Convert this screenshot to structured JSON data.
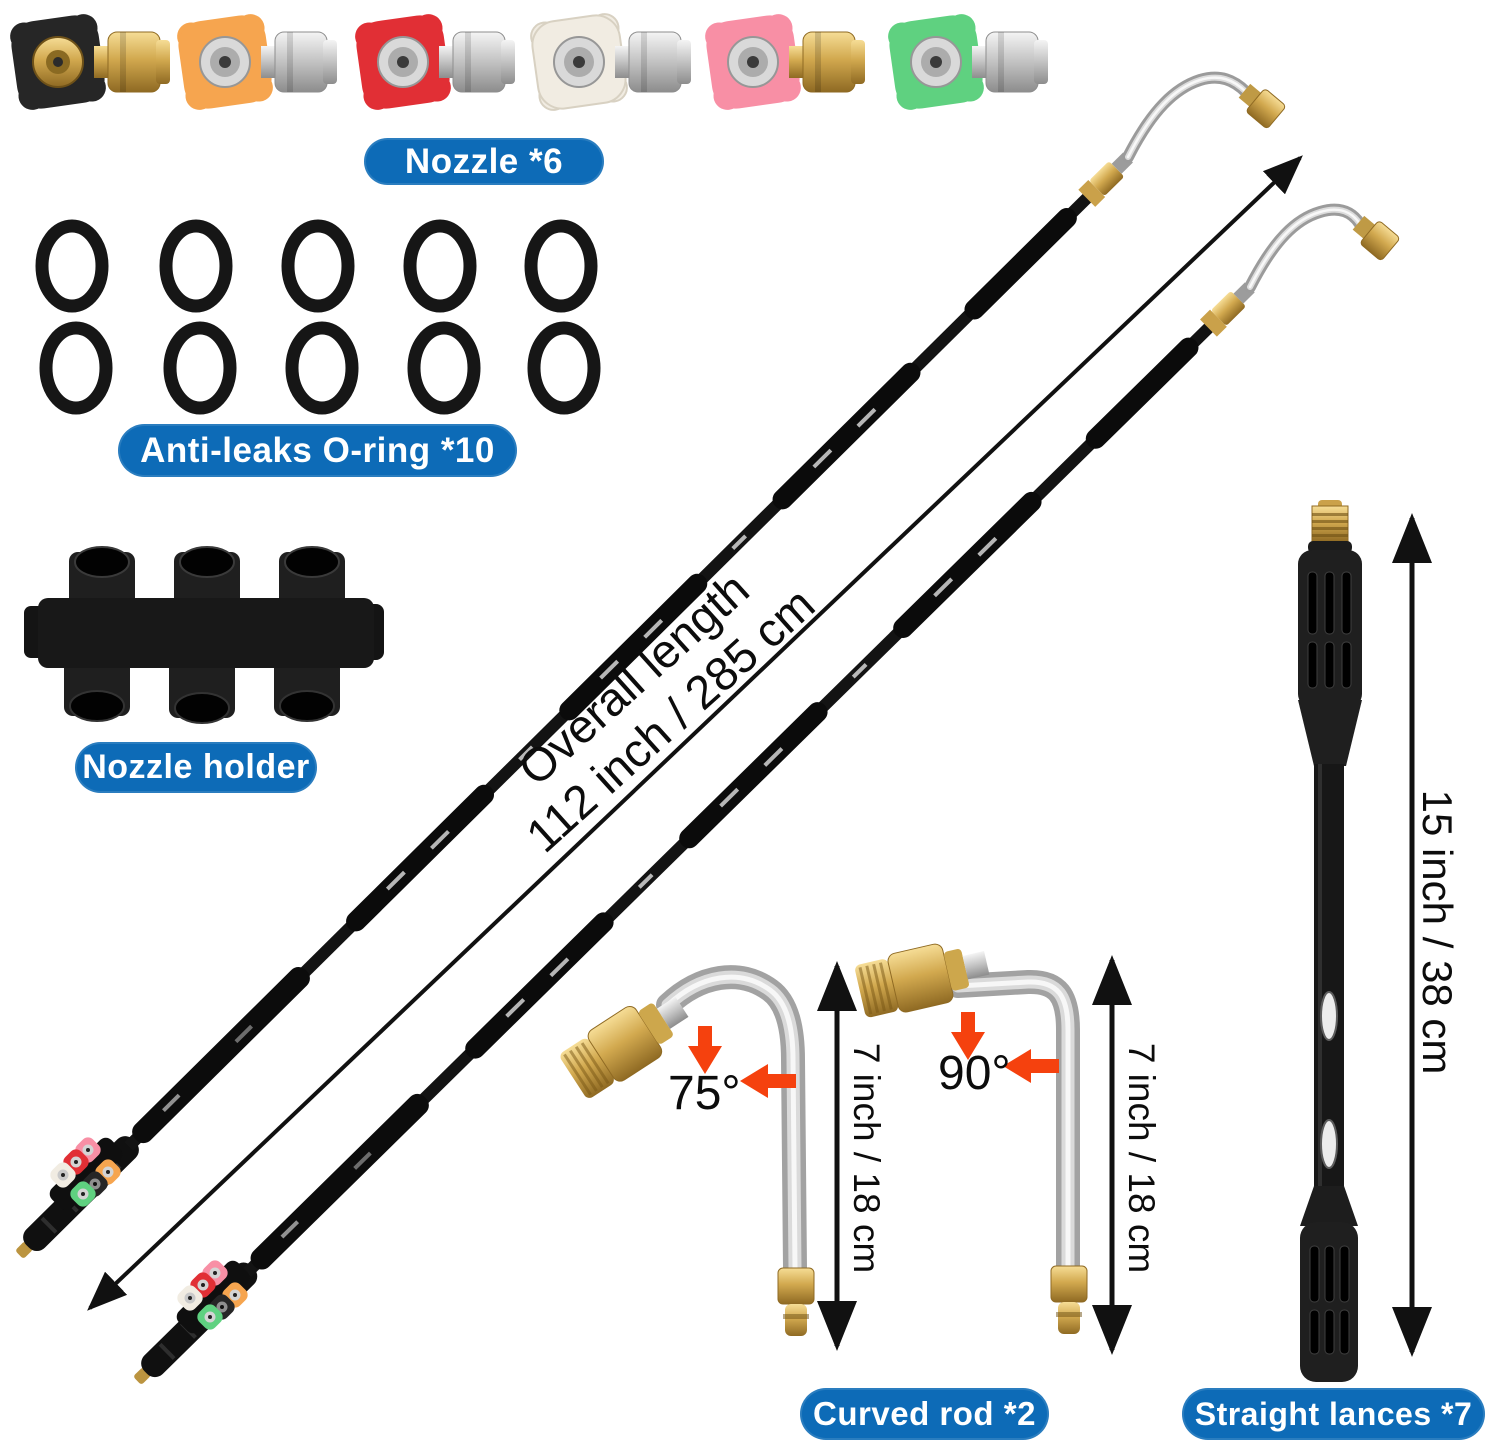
{
  "labels": {
    "nozzle": "Nozzle *6",
    "oring": "Anti-leaks O-ring *10",
    "holder": "Nozzle holder",
    "curved_rod": "Curved rod *2",
    "straight_lances": "Straight lances *7"
  },
  "measurements": {
    "overall_line1": "Overall length",
    "overall_line2": "112 inch / 285 cm",
    "curved_rod_length": "7 inch / 18 cm",
    "lance_length": "15 inch / 38 cm",
    "angle_75": "75°",
    "angle_90": "90°"
  },
  "colors": {
    "label_bg": "#0d6bb7",
    "label_text": "#ffffff",
    "callout_arrow": "#f5410e",
    "nozzle_black": "#262626",
    "nozzle_orange": "#f6a54f",
    "nozzle_red": "#e12f35",
    "nozzle_white": "#f1ece2",
    "nozzle_pink": "#f88fa5",
    "nozzle_green": "#5fd180"
  }
}
